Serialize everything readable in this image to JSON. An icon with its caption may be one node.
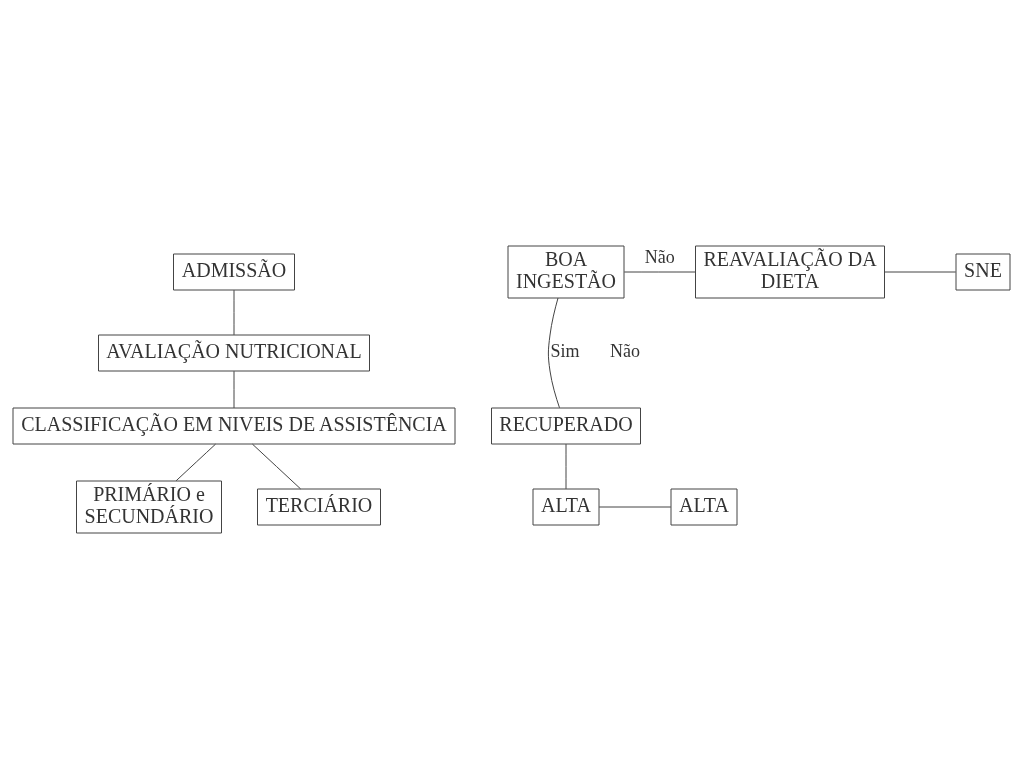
{
  "diagram": {
    "nodes": [
      {
        "text": [
          "ADMISSÃO"
        ]
      },
      {
        "text": [
          "AVALIAÇÃO NUTRICIONAL"
        ]
      },
      {
        "text": [
          "CLASSIFICAÇÃO EM NIVEIS DE ASSISTÊNCIA"
        ]
      },
      {
        "text": [
          "PRIMÁRIO e SECUNDÁRIO"
        ]
      },
      {
        "text": [
          "TERCIÁRIO"
        ]
      },
      {
        "text": [
          "BOA INGESTÃO"
        ]
      },
      {
        "text": [
          "REAVALIAÇÃO DA DIETA"
        ]
      },
      {
        "text": [
          "SNE"
        ]
      },
      {
        "text": [
          "RECUPERADO"
        ]
      },
      {
        "text": [
          "ALTA"
        ]
      },
      {
        "text": [
          "ALTA"
        ]
      }
    ],
    "edges": [
      {
        "from": 0,
        "to": 1,
        "arrow": "none"
      },
      {
        "from": 1,
        "to": 2,
        "arrow": "none"
      },
      {
        "from": 2,
        "to": 3,
        "arrow": "none"
      },
      {
        "from": 2,
        "to": 4,
        "arrow": "none"
      },
      {
        "from": 5,
        "to": 6,
        "arrow": "none",
        "label": "Não"
      },
      {
        "from": 6,
        "to": 7,
        "arrow": "none"
      },
      {
        "from": 5,
        "to": 8,
        "arrow": "none",
        "label": "Sim"
      },
      {
        "from": 8,
        "to": 9,
        "arrow": "none"
      },
      {
        "from": 9,
        "to": 10,
        "arrow": "none"
      }
    ],
    "labels": [
      "Não"
    ]
  }
}
